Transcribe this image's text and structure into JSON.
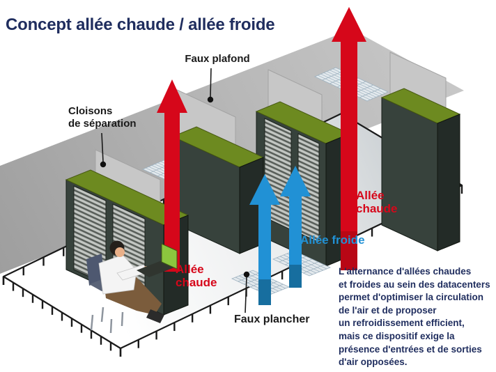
{
  "title": "Concept allée chaude / allée froide",
  "labels": {
    "faux_plafond": "Faux plafond",
    "cloisons": "Cloisons\nde séparation",
    "allee_chaude_left": "Allée\nchaude",
    "allee_froide": "Allée froide",
    "allee_chaude_right": "Allée\nchaude",
    "faux_plancher": "Faux plancher"
  },
  "description": "L'alternance d'allées chaudes\net froides au sein des datacenters\npermet d'optimiser la circulation\nde l'air et de proposer\nun refroidissement efficient,\nmais ce dispositif exige la\nprésence d'entrées et de sorties\nd'air opposées.",
  "colors": {
    "title_navy": "#1f2d5e",
    "hot_red": "#d6071a",
    "cold_blue": "#2191d5",
    "rack_green": "#6d8a20",
    "rack_dark": "#37423c",
    "ceiling_gray": "#b7b7b7",
    "label_black": "#1a1a1a"
  }
}
